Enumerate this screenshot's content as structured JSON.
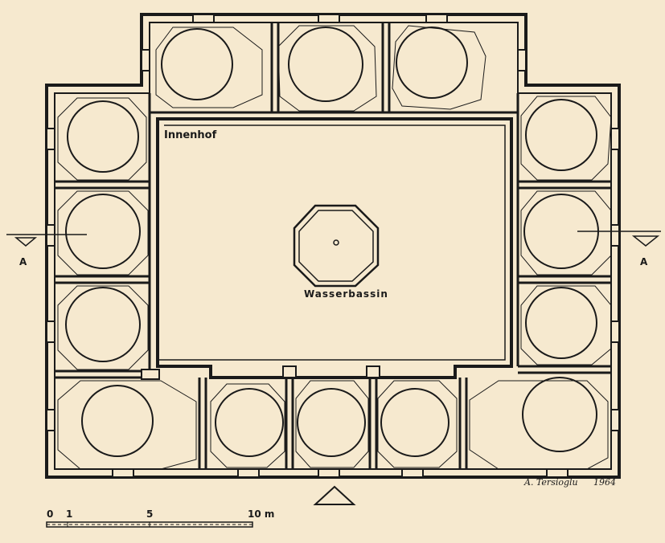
{
  "labels": {
    "courtyard": "Innenhof",
    "basin": "Wasserbassin",
    "section_left": "A",
    "section_right": "A",
    "author": "A. Tersioglu",
    "year": "1964"
  },
  "scale_bar": {
    "ticks": [
      "0",
      "1",
      "5",
      "10 m"
    ]
  },
  "colors": {
    "paper": "#f6e9cf",
    "ink": "#1a1a1a"
  }
}
